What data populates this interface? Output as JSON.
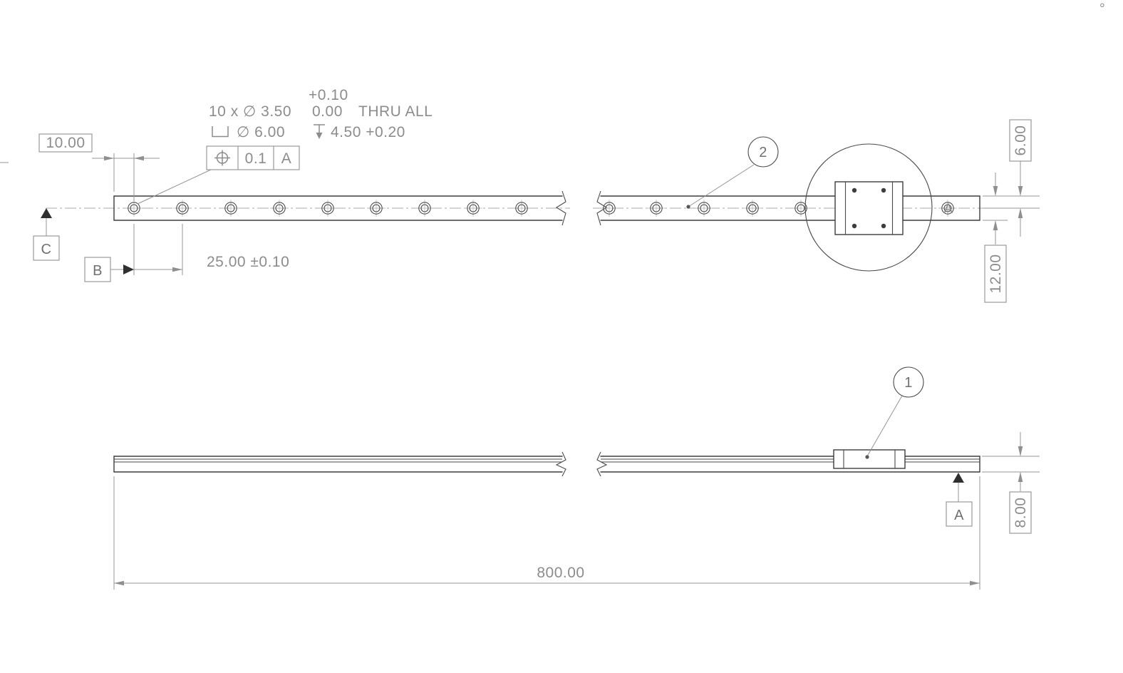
{
  "top": {
    "callout": {
      "upper": "+0.10",
      "qty": "10 x ∅ 3.50",
      "lower": "0.00",
      "thru": "THRU ALL",
      "cbore_dia": "∅ 6.00",
      "depth": "4.50 +0.20"
    },
    "fcf": {
      "tol": "0.1",
      "datum": "A"
    },
    "dim_offset": "10.00",
    "dim_spacing": "25.00 ±0.10",
    "datum_c": "C",
    "datum_b": "B",
    "end_hole_label": "A",
    "balloon": "2",
    "dim_half": "6.00",
    "dim_width": "12.00"
  },
  "side": {
    "balloon": "1",
    "datum_a": "A",
    "dim_height": "8.00",
    "dim_length": "800.00"
  },
  "misc": {
    "corner_mark": "°"
  },
  "colors": {
    "geometry": "#3d3d3d",
    "dimension": "#949494",
    "text": "#8c8c8c"
  }
}
